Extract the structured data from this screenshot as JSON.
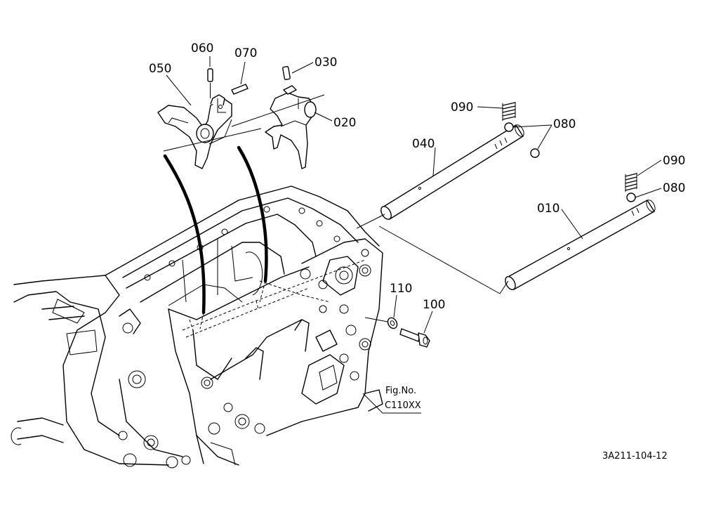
{
  "callouts": {
    "p010": "010",
    "p020": "020",
    "p030": "030",
    "p040": "040",
    "p050": "050",
    "p060": "060",
    "p070": "070",
    "p080a": "080",
    "p080b": "080",
    "p090a": "090",
    "p090b": "090",
    "p100": "100",
    "p110": "110"
  },
  "figref": {
    "line1": "Fig.No.",
    "line2": "C110XX"
  },
  "drawing_number": "3A211-104-12"
}
